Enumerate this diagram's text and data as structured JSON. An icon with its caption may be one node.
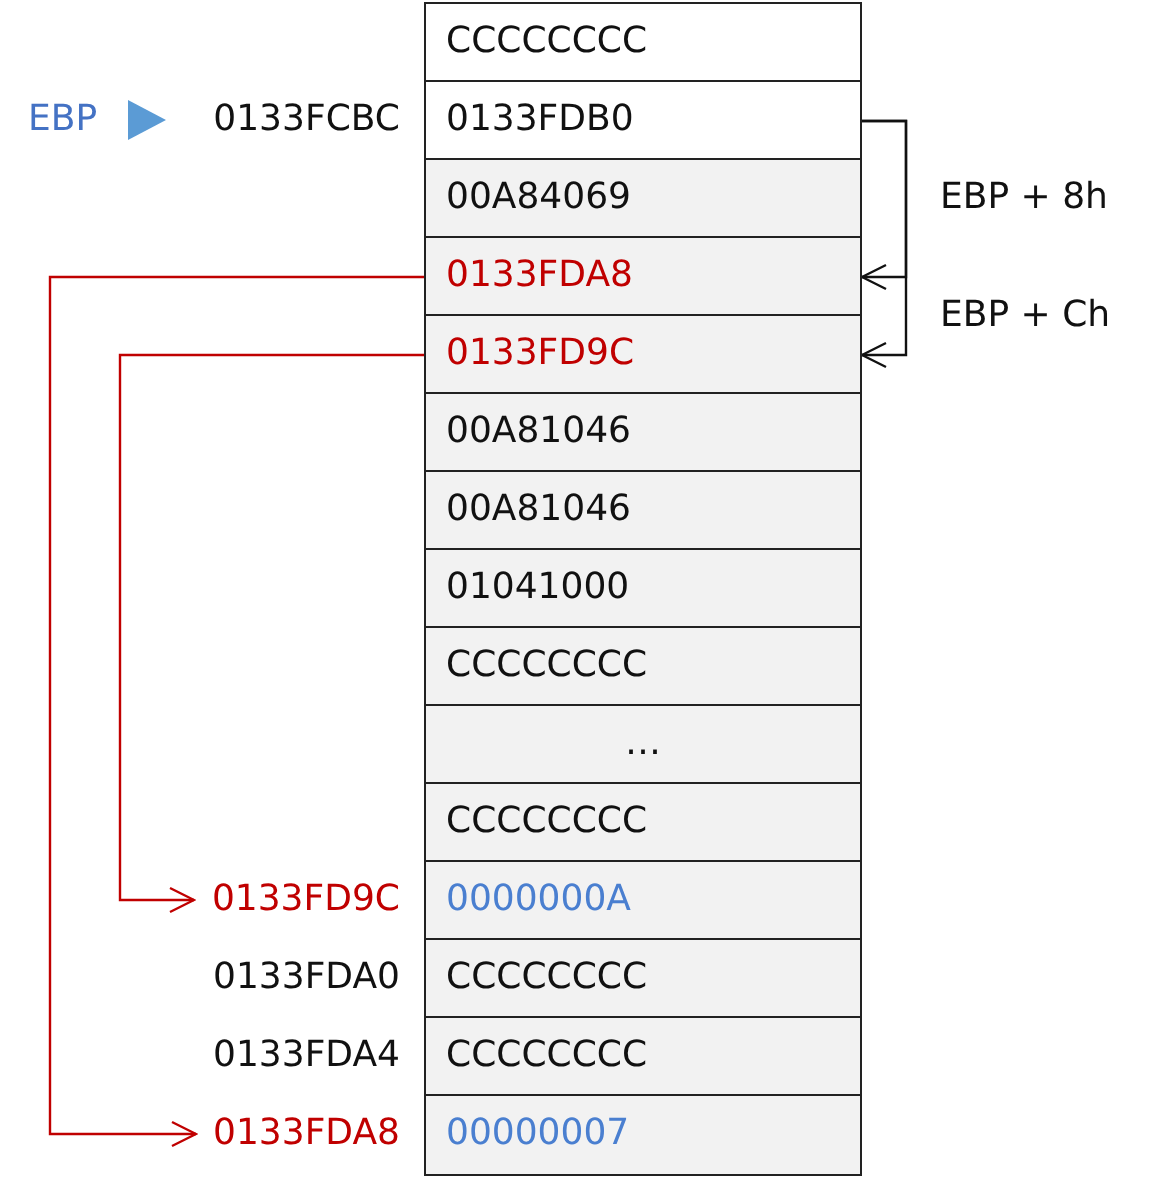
{
  "diagram": {
    "nodes": [
      {
        "text": [
          "CCCCCCCC"
        ]
      },
      {
        "text": [
          "EBP"
        ]
      },
      {
        "text": [
          "0133FCBC"
        ]
      },
      {
        "text": [
          "0133FDB0"
        ]
      },
      {
        "text": [
          "00A84069"
        ]
      },
      {
        "text": [
          "0133FDA8"
        ]
      },
      {
        "text": [
          "0133FD9C"
        ]
      },
      {
        "text": [
          "00A81046"
        ]
      },
      {
        "text": [
          "00A81046"
        ]
      },
      {
        "text": [
          "01041000"
        ]
      },
      {
        "text": [
          "CCCCCCCC"
        ]
      },
      {
        "text": [
          "…"
        ]
      },
      {
        "text": [
          "CCCCCCCC"
        ]
      },
      {
        "text": [
          "0133FD9C"
        ]
      },
      {
        "text": [
          "0000000A"
        ]
      },
      {
        "text": [
          "0133FDA0"
        ]
      },
      {
        "text": [
          "CCCCCCCC"
        ]
      },
      {
        "text": [
          "0133FDA4"
        ]
      },
      {
        "text": [
          "CCCCCCCC"
        ]
      },
      {
        "text": [
          "0133FDA8"
        ]
      },
      {
        "text": [
          "00000007"
        ]
      }
    ],
    "edges": [
      {
        "from": 1,
        "to": 2,
        "arrow": "to",
        "color": "#5b9bd5"
      },
      {
        "from": 3,
        "to": 5,
        "arrow": "to"
      },
      {
        "from": 3,
        "to": 6,
        "arrow": "to"
      },
      {
        "from": 5,
        "to": 19,
        "arrow": "to",
        "color": "#c00000"
      },
      {
        "from": 6,
        "to": 13,
        "arrow": "to",
        "color": "#c00000"
      }
    ],
    "labels": [
      "EBP + 8h",
      "EBP + Ch"
    ]
  }
}
